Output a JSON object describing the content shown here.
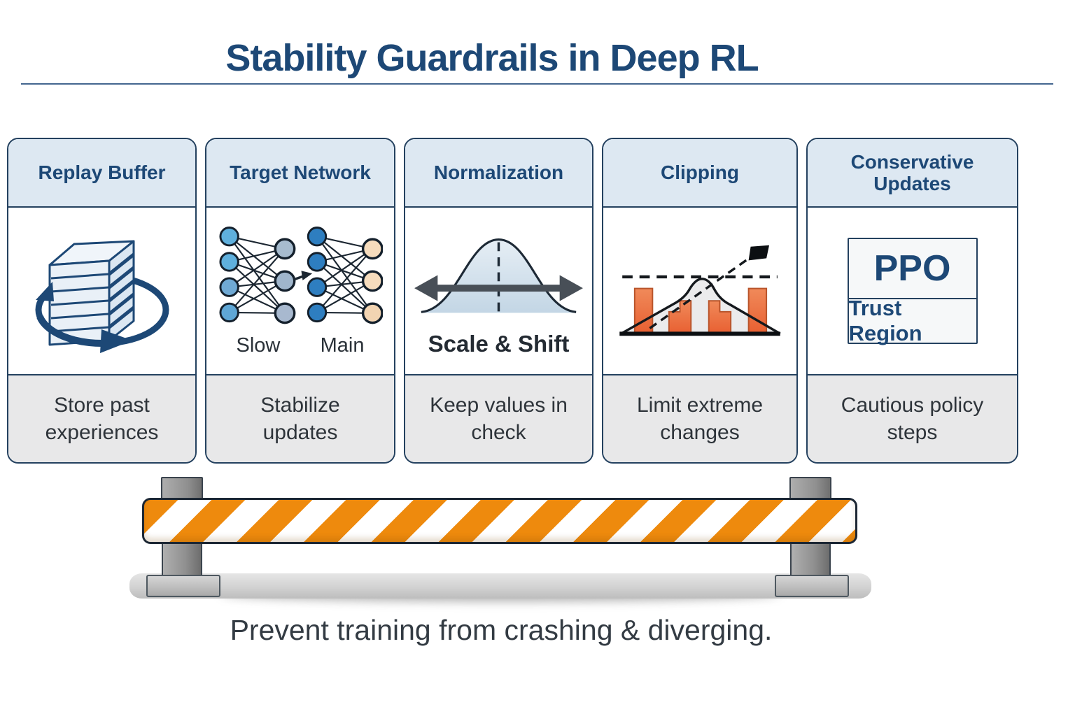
{
  "title": "Stability Guardrails in Deep RL",
  "caption": "Prevent training from crashing & diverging.",
  "cards": [
    {
      "title": "Replay Buffer",
      "icon": "replay-buffer-icon",
      "caption": "Store past experiences"
    },
    {
      "title": "Target Network",
      "icon": "target-network-icon",
      "caption": "Stabilize updates",
      "labels": {
        "left": "Slow",
        "right": "Main"
      }
    },
    {
      "title": "Normalization",
      "icon": "bell-curve-icon",
      "caption": "Keep values in check",
      "label": "Scale & Shift"
    },
    {
      "title": "Clipping",
      "icon": "clipping-chart-icon",
      "caption": "Limit extreme changes"
    },
    {
      "title": "Conservative Updates",
      "icon": "ppo-box",
      "caption": "Cautious policy steps",
      "box": {
        "primary": "PPO",
        "secondary": "Trust Region"
      }
    }
  ],
  "colors": {
    "accent_navy": "#1d4876",
    "card_border": "#24415f",
    "header_bg": "#dde8f2",
    "footer_bg": "#e8e8e9",
    "stripe_orange": "#ee8a0d",
    "stripe_white": "#ffffff",
    "clip_bar_orange": "#ea6a3e",
    "node_blue_light": "#5fb0dd",
    "node_blue": "#2e7ec0",
    "node_gray_blue": "#a7bccf",
    "node_peach": "#f6dcbd",
    "bell_fill": "#cde0ec",
    "arrow_gray": "#484f57",
    "post_gray": "#8f8f8f"
  }
}
